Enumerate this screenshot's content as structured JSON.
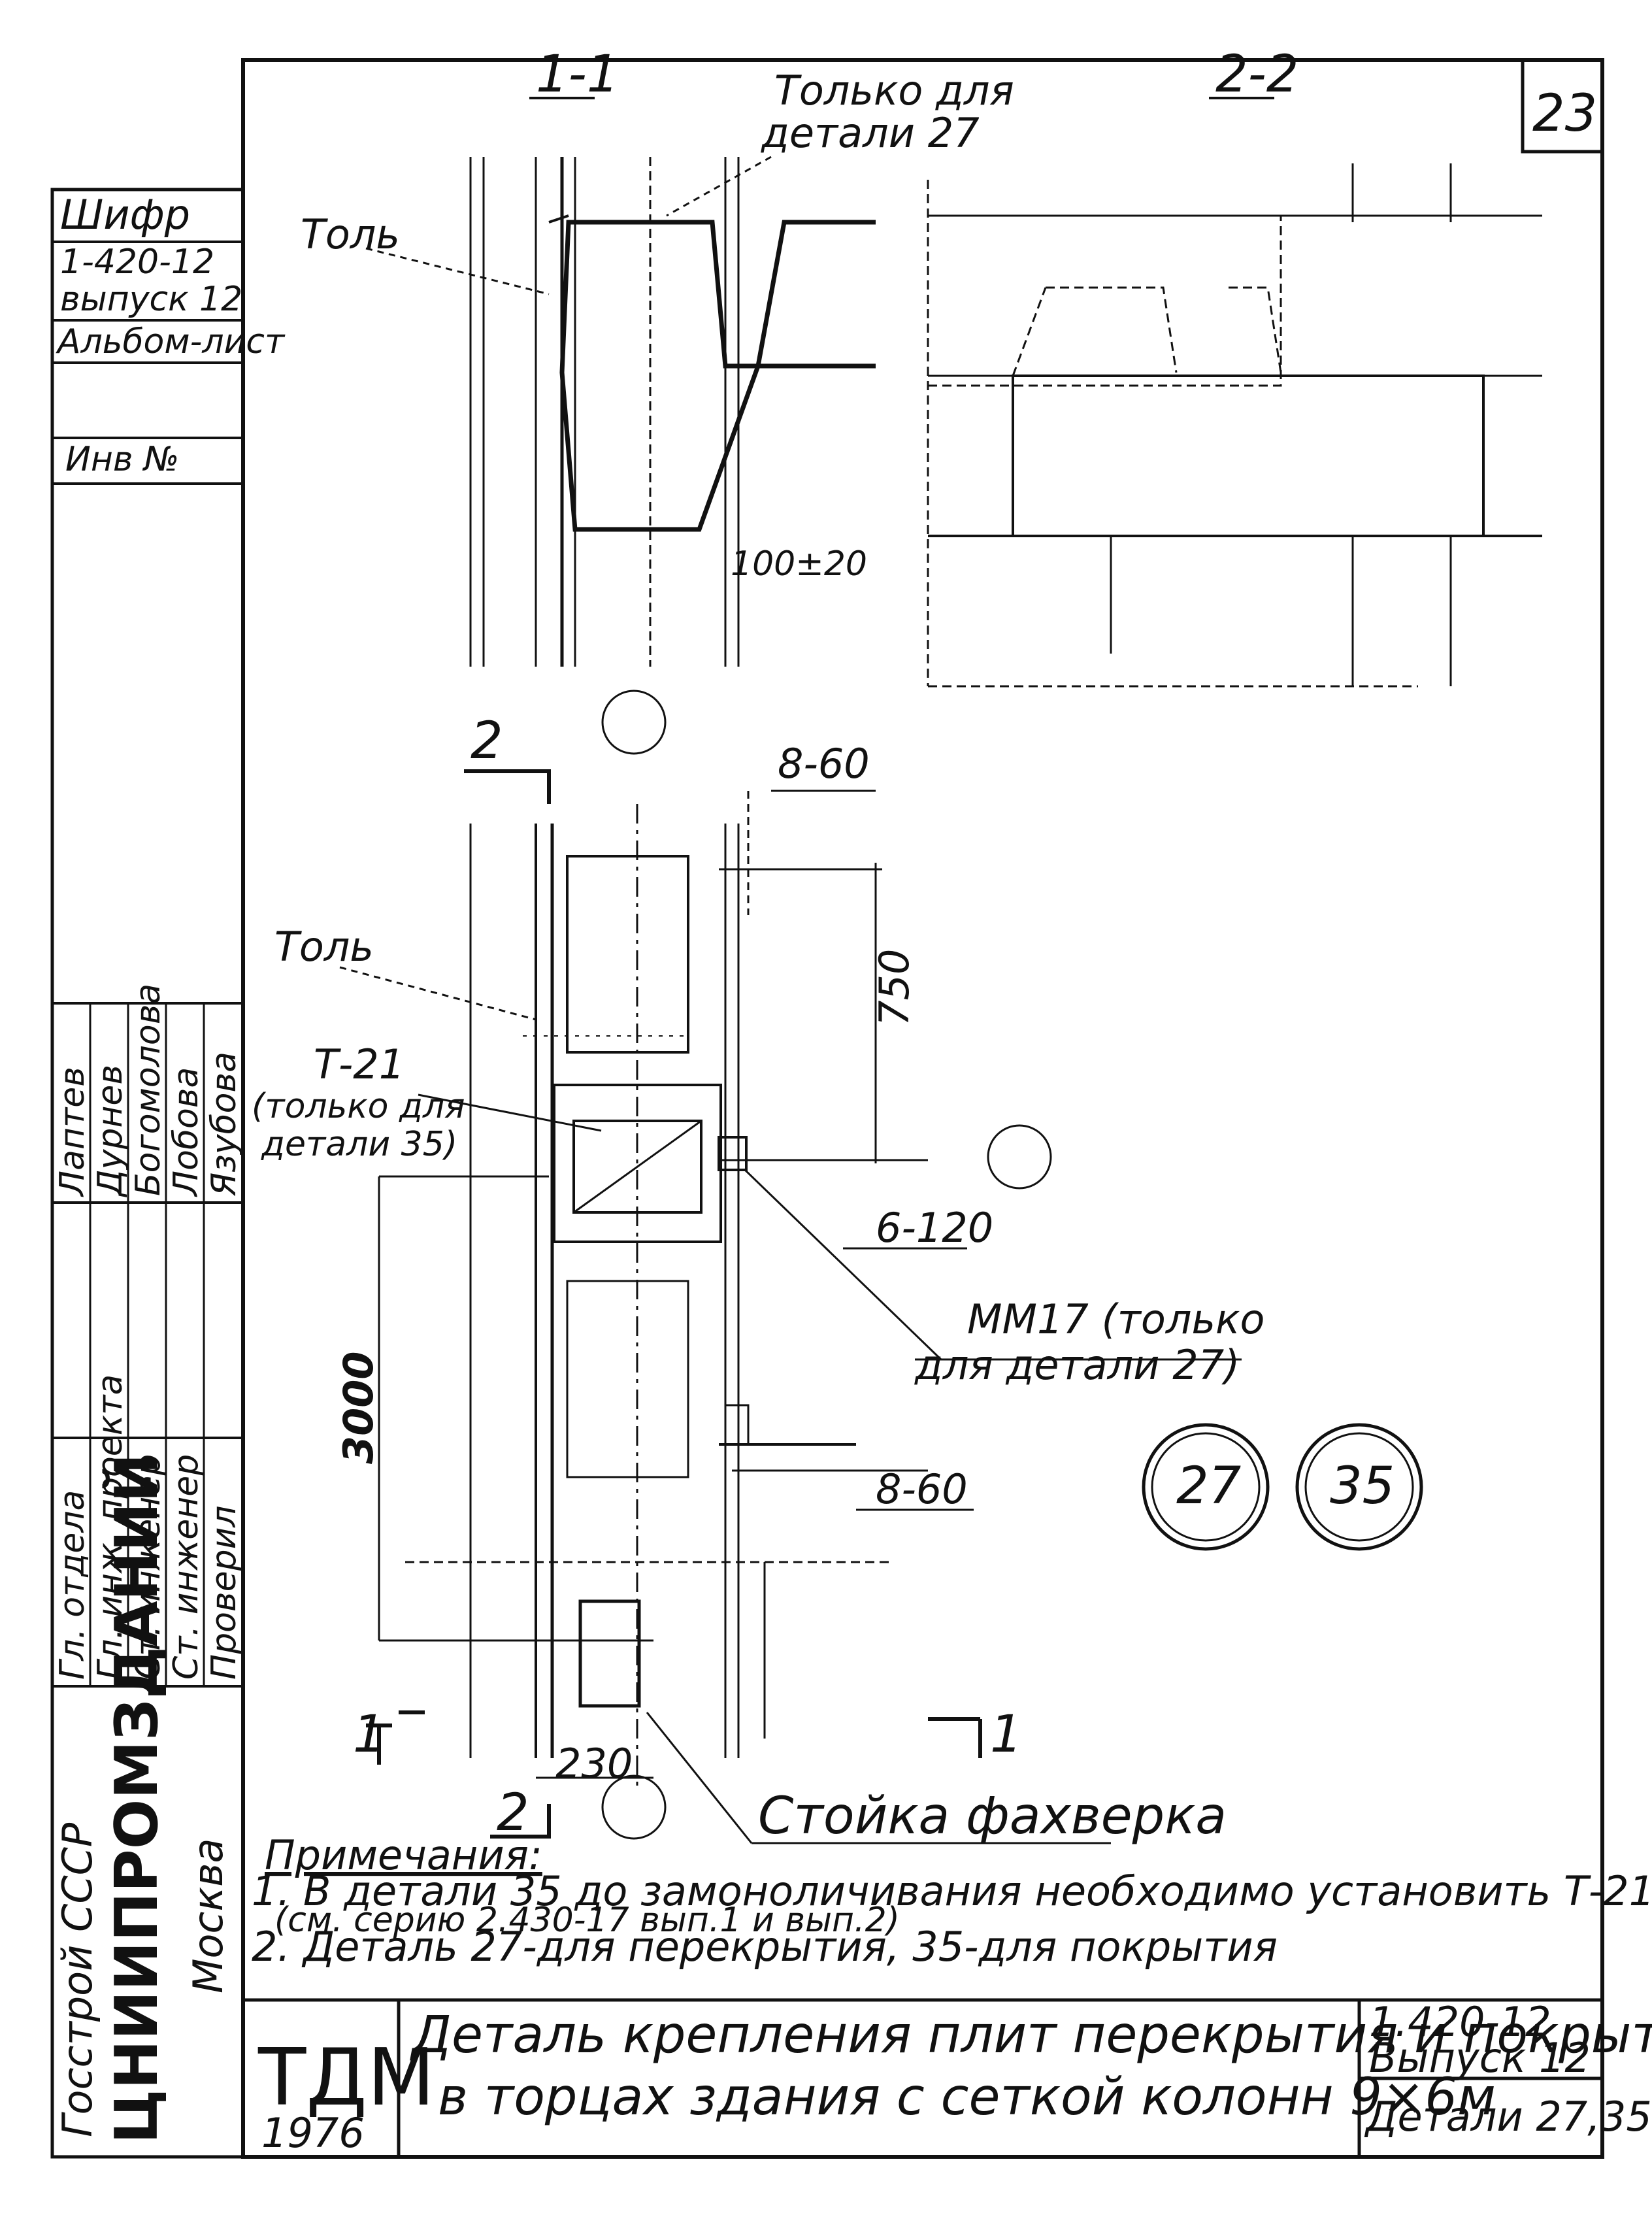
{
  "sheet_number": "23",
  "stamp": {
    "format_label": "Шифр",
    "series_code": "1-420-12",
    "issue": "выпуск 12",
    "album_sheet": "Альбом-лист",
    "inventory": "Инв №",
    "roles": [
      "Гл. отдела",
      "Гл. инж. проекта",
      "Ст. инженер",
      "Ст. инженер",
      "Проверил"
    ],
    "names": [
      "Лаптев",
      "Дурнев",
      "Богомолова",
      "Лобова",
      "Язубова"
    ],
    "org_ministry": "Госстрой СССР",
    "org_name": "ЦНИИПРОМЗДАНИЙ",
    "org_city": "Москва"
  },
  "sections": {
    "section_1_1": "1-1",
    "section_2_2": "2-2",
    "cut_mark_1": "1",
    "cut_mark_2": "2"
  },
  "labels": {
    "only_for_detail_27_line1": "Только для",
    "only_for_detail_27_line2": "детали 27",
    "tol_top": "Толь",
    "tol_bottom": "Толь",
    "dim_100": "100±20",
    "dim_8_60_top": "8-60",
    "dim_750": "750",
    "t21": "Т-21",
    "t21_note1": "(только для",
    "t21_note2": "детали 35)",
    "dim_6_120": "6-120",
    "mm17_line1": "ММ17 (только",
    "mm17_line2": "для детали 27)",
    "dim_3000": "3000",
    "dim_8_60_bottom": "8-60",
    "dim_230": "230",
    "post_label": "Стойка фахверка",
    "detail_27": "27",
    "detail_35": "35"
  },
  "notes": {
    "title": "Примечания:",
    "line1": "1. В детали 35 до замоноличивания необходимо установить Т-21",
    "line2": "(см. серию 2.430-17 вып.1 и вып.2)",
    "line3": "2. Деталь 27-для перекрытия, 35-для покрытия"
  },
  "title_block": {
    "logo": "ТДМ",
    "year": "1976",
    "title_line1": "Деталь крепления плит перекрытия и покрытия",
    "title_line2": "в торцах здания с сеткой колонн 9×6м",
    "series": "1.420-12",
    "issue": "Выпуск 12",
    "details": "Детали 27,35"
  }
}
